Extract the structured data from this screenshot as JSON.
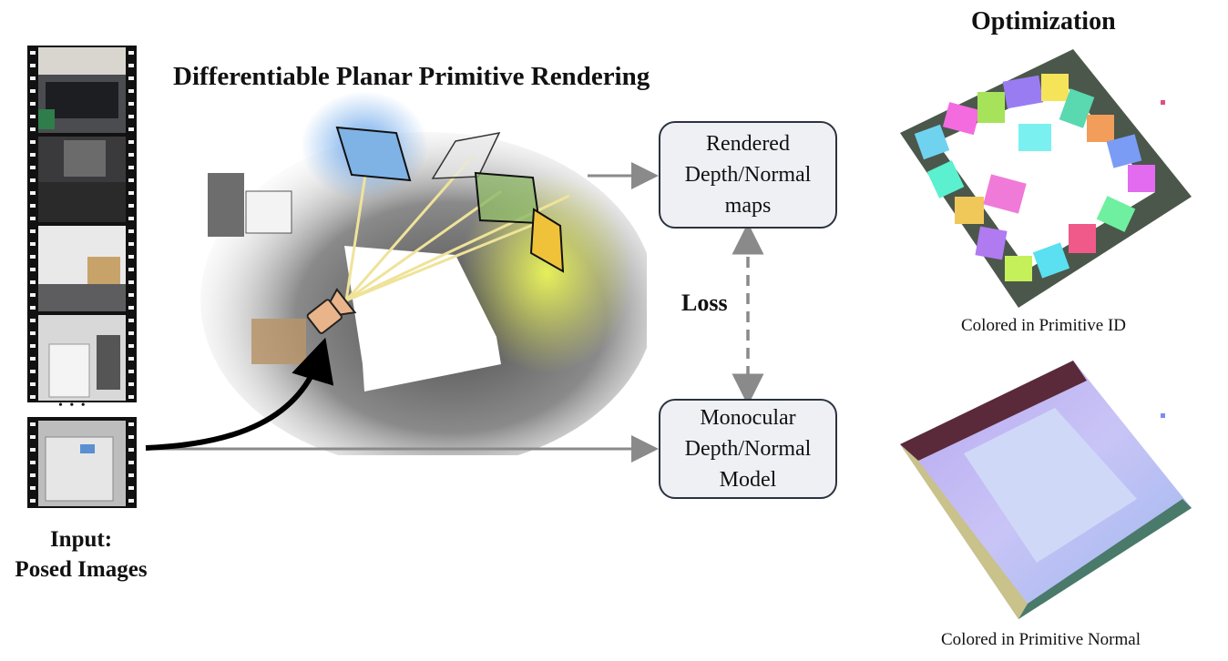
{
  "headings": {
    "main": "Differentiable Planar Primitive Rendering",
    "optimization": "Optimization"
  },
  "input": {
    "line1": "Input:",
    "line2": "Posed Images",
    "ellipsis": "• • •"
  },
  "boxes": {
    "rendered": "Rendered\nDepth/Normal\nmaps",
    "monocular": "Monocular\nDepth/Normal\nModel"
  },
  "loss_label": "Loss",
  "captions": {
    "primitive_id": "Colored in Primitive ID",
    "primitive_normal": "Colored in Primitive Normal"
  },
  "colors": {
    "arrow_gray": "#8a8a8a",
    "box_fill": "#eef0f4",
    "box_border": "#2a3340",
    "camera": "#e9b48a",
    "ray": "#efe39a",
    "plane_blue": "#7fb3e6",
    "plane_yellow": "#f0c23a",
    "plane_green": "#b8d36b"
  }
}
